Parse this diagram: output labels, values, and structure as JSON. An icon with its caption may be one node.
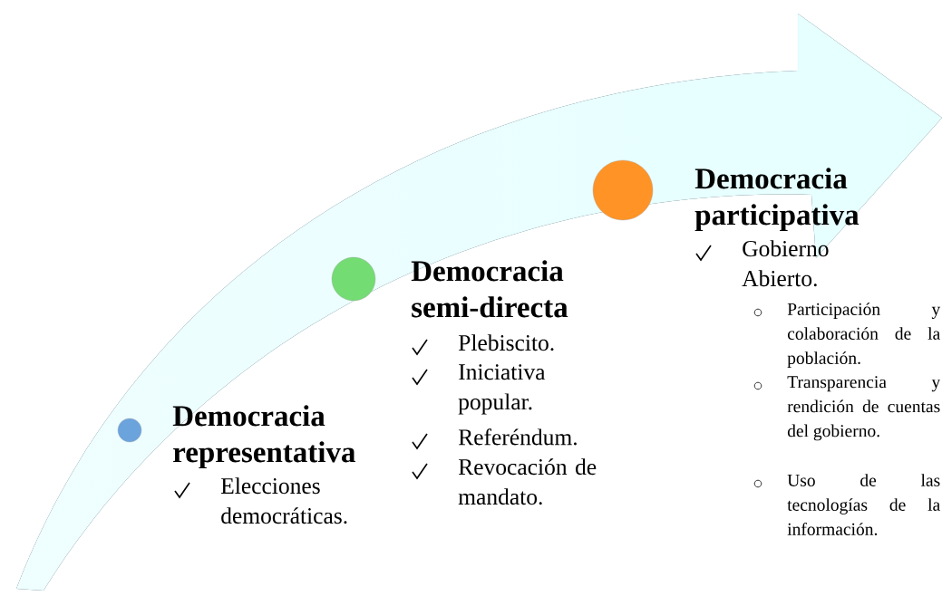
{
  "diagram": {
    "nodes": [
      {
        "text": [],
        "shape": "circle",
        "beside": [
          "Democracia representativa",
          "Elecciones democráticas."
        ]
      },
      {
        "text": [],
        "shape": "circle",
        "beside": [
          "Democracia semi-directa",
          "Plebiscito.",
          "Iniciativa popular.",
          "Referéndum.",
          "Revocación de mandato."
        ]
      },
      {
        "text": [],
        "shape": "circle",
        "beside": [
          "Democracia participativa",
          "Gobierno Abierto.",
          "Participación y colaboración de la población.",
          "Transparencia y rendición de cuentas del gobierno.",
          "Uso de las tecnologías de la información."
        ]
      }
    ]
  }
}
